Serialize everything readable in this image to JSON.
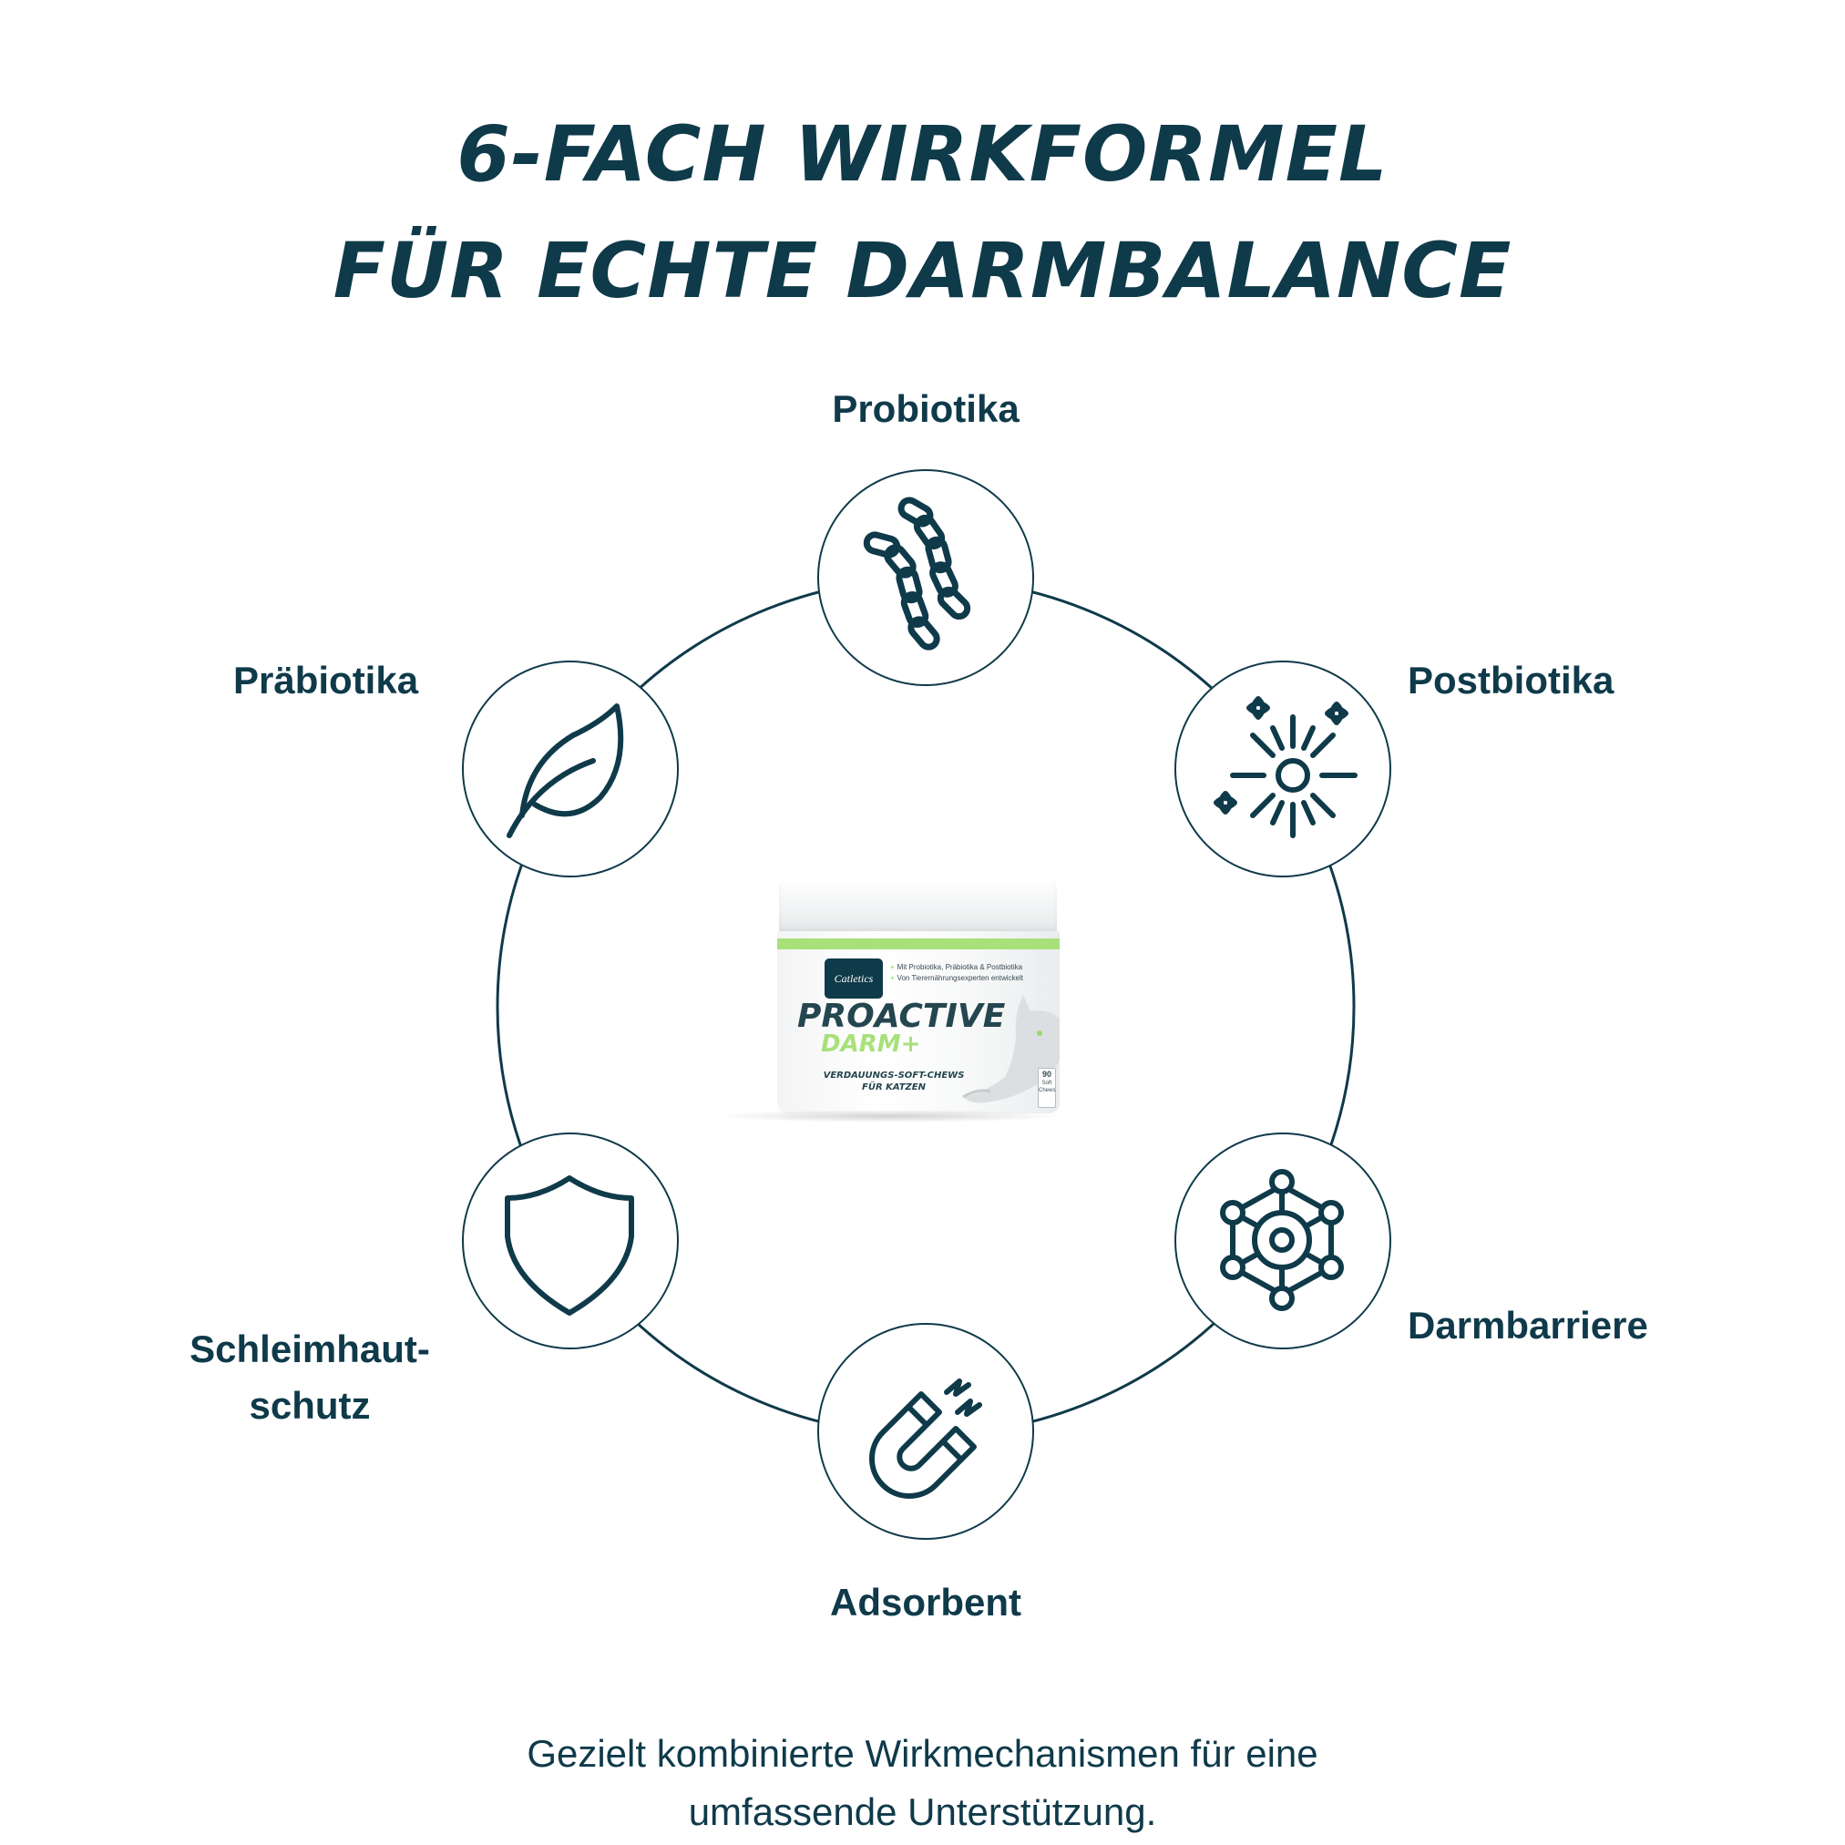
{
  "header": {
    "line1": "6-FACH WIRKFORMEL",
    "line2": "FÜR ECHTE DARMBALANCE"
  },
  "ingredients": [
    {
      "label": "Probiotika",
      "icon": "bacteria-chain-icon"
    },
    {
      "label": "Postbiotika",
      "icon": "sparkle-burst-icon"
    },
    {
      "label": "Darmbarriere",
      "icon": "molecule-network-icon"
    },
    {
      "label": "Adsorbent",
      "icon": "magnet-icon"
    },
    {
      "label_line1": "Schleimhaut-",
      "label_line2": "schutz",
      "icon": "shield-icon"
    },
    {
      "label": "Präbiotika",
      "icon": "leaf-icon"
    }
  ],
  "product": {
    "brand": "Catletics",
    "bullet1": "Mit Probiotika, Präbiotika & Postbiotika",
    "bullet2": "Von Tierernährungsexperten entwickelt",
    "name": "PROACTIVE",
    "subname": "DARM+",
    "desc_line1": "VERDAUUNGS-SOFT-CHEWS",
    "desc_line2": "FÜR KATZEN",
    "count": "90",
    "count_unit_1": "Soft",
    "count_unit_2": "Chews"
  },
  "footer": {
    "line1": "Gezielt kombinierte Wirkmechanismen für eine",
    "line2": "umfassende Unterstützung."
  },
  "colors": {
    "primary": "#0f3a4a",
    "accent_green": "#a8e07a",
    "background": "#ffffff"
  }
}
